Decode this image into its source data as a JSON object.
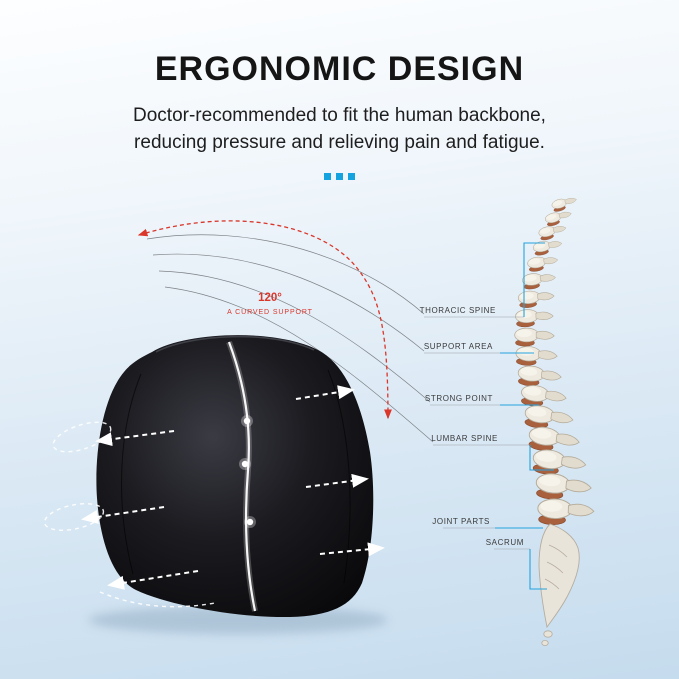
{
  "page": {
    "title": "ERGONOMIC DESIGN",
    "subtitle_line1": "Doctor-recommended to fit the human backbone,",
    "subtitle_line2": "reducing pressure and relieving pain and fatigue."
  },
  "diagram": {
    "angle_label": "120°",
    "angle_caption": "A CURVED SUPPORT",
    "spine_labels": {
      "thoracic": "THORACIC SPINE",
      "support": "SUPPORT AREA",
      "strong": "STRONG POINT",
      "lumbar": "LUMBAR SPINE",
      "joint": "JOINT PARTS",
      "sacrum": "SACRUM"
    }
  },
  "colors": {
    "accent_blue": "#14a3df",
    "accent_red": "#da362a",
    "pillow_black": "#0b0b0d"
  }
}
